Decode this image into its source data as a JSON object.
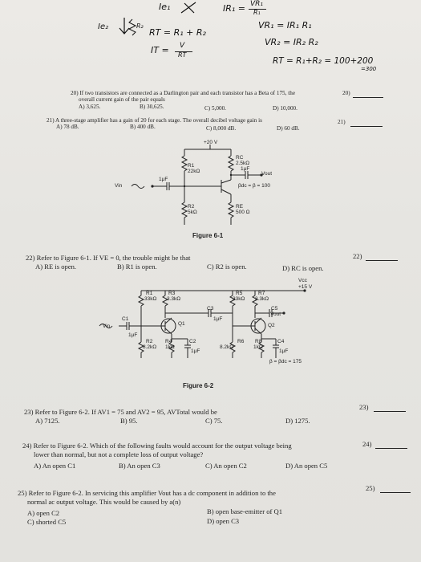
{
  "handwriting": {
    "ie1": "Ie₁",
    "ir1": "IR₁ =",
    "ir1_num": "VR₁",
    "ir1_den": "R₁",
    "ie2": "Ie₂",
    "r2": "R₂",
    "rt": "RT = R₁ + R₂",
    "it": "IT =",
    "it_num": "V",
    "it_den": "RT",
    "vr1": "VR₁ = IR₁ R₁",
    "vr2": "VR₂ = IR₂ R₂",
    "rt2": "RT = R₁+R₂ = 100+200",
    "rt2_sub": "=300"
  },
  "q20": {
    "text": "20) If two transistors are connected as a Darlington pair and each transistor has a Beta of 175, the",
    "text2": "overall current gain of the pair equals",
    "a": "A) 3,625.",
    "b": "B) 30,625.",
    "c": "C) 5,000.",
    "d": "D) 10,000.",
    "num": "20)"
  },
  "q21": {
    "text": "21) A three-stage amplifier has a gain of 20 for each stage. The overall decibel voltage gain is",
    "a": "A) 78 dB.",
    "b": "B) 400 dB.",
    "c": "C) 8,000 dB.",
    "d": "D) 60 dB.",
    "num": "21)"
  },
  "fig1": {
    "vcc": "+20 V",
    "rc": "RC",
    "rc_val": "2.5kΩ",
    "r1": "R1",
    "r1_val": "22kΩ",
    "cap1": "1μF",
    "cap2": "1μF",
    "vin": "Vin",
    "vout": "Vout",
    "beta": "βdc = β = 100",
    "r2": "R2",
    "r2_val": "5kΩ",
    "re": "RE",
    "re_val": "500 Ω",
    "title": "Figure 6-1"
  },
  "q22": {
    "text": "22) Refer to Figure 6-1. If VE = 0, the trouble might be that",
    "a": "A) RE is open.",
    "b": "B) R1 is open.",
    "c": "C) R2 is open.",
    "d": "D) RC is open.",
    "num": "22)"
  },
  "fig2": {
    "vcc": "Vcc",
    "vcc_val": "+15 V",
    "r1": "R1",
    "r1_val": "33kΩ",
    "r3": "R3",
    "r3_val": "3.3kΩ",
    "r5": "R5",
    "r5_val": "33kΩ",
    "r7": "R7",
    "r7_val": "3.3kΩ",
    "c1": "C1",
    "c1_val": "1μF",
    "c3": "C3",
    "c3_val": "1μF",
    "c2": "C2",
    "c2_val": "1μF",
    "c4": "C4",
    "c4_val": "1μF",
    "c5": "C5",
    "q1": "Q1",
    "q2": "Q2",
    "r2": "R2",
    "r2_val": "8.2kΩ",
    "r4": "R4",
    "r4_val": "1kΩ",
    "r6": "R6",
    "r6_val": "8.2kΩ",
    "r8": "R8",
    "r8_val": "1kΩ",
    "vin": "Vin",
    "vout": "Vout",
    "beta": "β = βdc = 175",
    "title": "Figure 6-2"
  },
  "q23": {
    "text": "23) Refer to Figure 6-2. If AV1 = 75 and AV2 = 95, AVTotal would be",
    "a": "A) 7125.",
    "b": "B) 95.",
    "c": "C) 75.",
    "d": "D) 1275.",
    "num": "23)"
  },
  "q24": {
    "text": "24) Refer to Figure 6-2. Which of the following faults would account for the output voltage being",
    "text2": "lower than normal, but not a complete loss of output voltage?",
    "a": "A) An open C1",
    "b": "B) An open C3",
    "c": "C) An open C2",
    "d": "D) An open C5",
    "num": "24)"
  },
  "q25": {
    "text": "25) Refer to Figure 6-2. In servicing this amplifier Vout has a dc component in addition to the",
    "text2": "normal ac output voltage. This would be caused by a(n)",
    "a": "A) open C2",
    "b": "B) open base-emitter of Q1",
    "c": "C) shorted C5",
    "d": "D) open C3",
    "num": "25)"
  }
}
